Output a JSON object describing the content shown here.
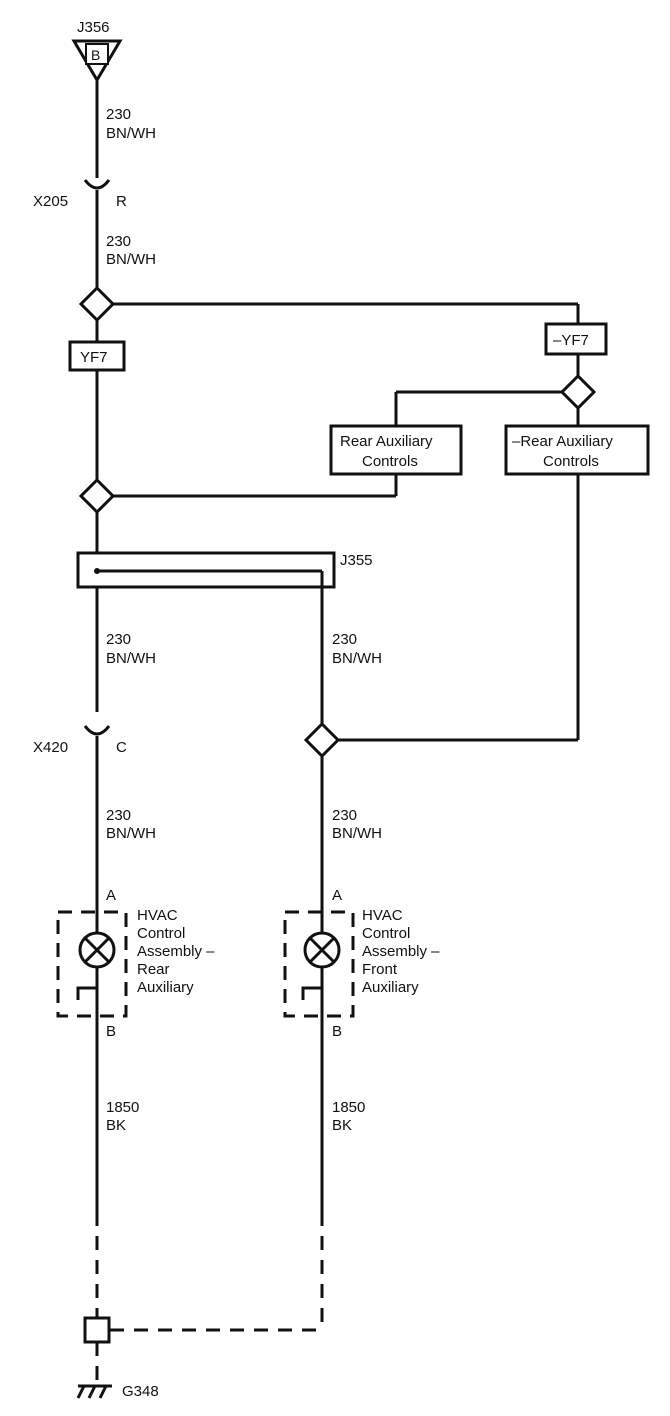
{
  "connector_top": {
    "name": "J356",
    "pin": "B"
  },
  "wire_230": {
    "circuit": "230",
    "color": "BN/WH"
  },
  "wire_1850": {
    "circuit": "1850",
    "color": "BK"
  },
  "connector_x205": {
    "name": "X205",
    "pin": "R"
  },
  "option_yf7": "YF7",
  "option_not_yf7": "–YF7",
  "rear_aux_box": {
    "line1": "Rear Auxiliary",
    "line2": "Controls"
  },
  "not_rear_aux_box": {
    "line1": "–Rear Auxiliary",
    "line2": "Controls"
  },
  "splice_j355": "J355",
  "connector_x420": {
    "name": "X420",
    "pin": "C"
  },
  "hvac_rear": {
    "pin_a": "A",
    "pin_b": "B",
    "line1": "HVAC",
    "line2": "Control",
    "line3": "Assembly –",
    "line4": "Rear",
    "line5": "Auxiliary"
  },
  "hvac_front": {
    "pin_a": "A",
    "pin_b": "B",
    "line1": "HVAC",
    "line2": "Control",
    "line3": "Assembly –",
    "line4": "Front",
    "line5": "Auxiliary"
  },
  "ground": "G348"
}
